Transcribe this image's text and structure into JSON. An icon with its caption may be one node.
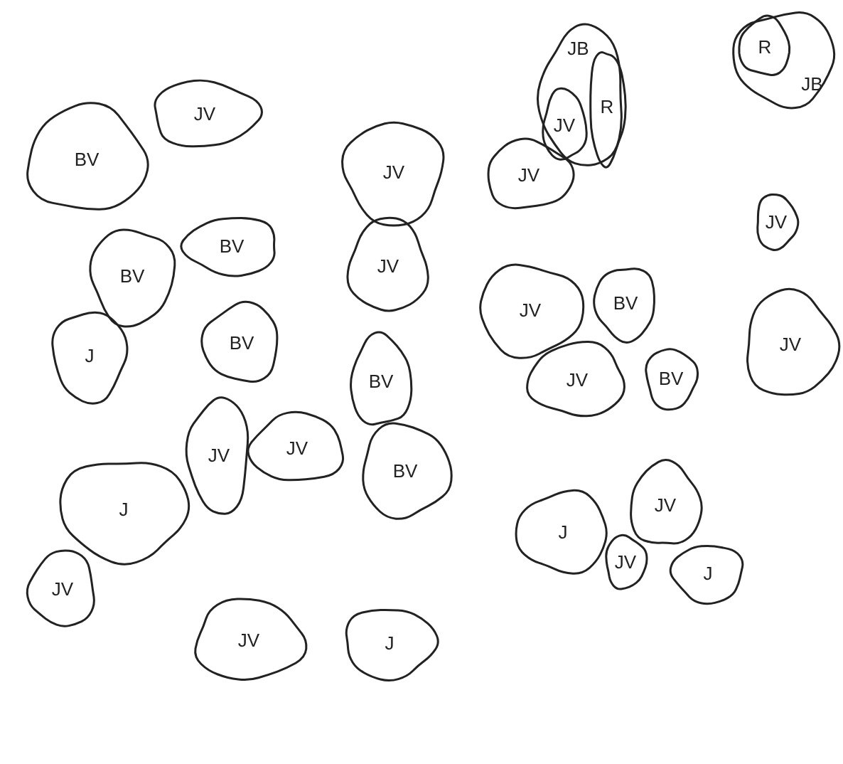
{
  "diagram": {
    "nodes": [
      {
        "text": [
          "BV"
        ]
      },
      {
        "text": [
          "JV"
        ]
      },
      {
        "text": [
          "JV"
        ]
      },
      {
        "text": [
          "JB"
        ]
      },
      {
        "text": [
          "JV"
        ],
        "in": 3
      },
      {
        "text": [
          "R"
        ],
        "in": 3
      },
      {
        "text": [
          "JB"
        ]
      },
      {
        "text": [
          "R"
        ],
        "in": 6
      },
      {
        "text": [
          "JV"
        ]
      },
      {
        "text": [
          "BV"
        ]
      },
      {
        "text": [
          "BV"
        ]
      },
      {
        "text": [
          "JV"
        ]
      },
      {
        "text": [
          "JV"
        ]
      },
      {
        "text": [
          "J"
        ]
      },
      {
        "text": [
          "BV"
        ]
      },
      {
        "text": [
          "BV"
        ]
      },
      {
        "text": [
          "JV"
        ]
      },
      {
        "text": [
          "BV"
        ]
      },
      {
        "text": [
          "JV"
        ]
      },
      {
        "text": [
          "JV"
        ]
      },
      {
        "text": [
          "BV"
        ]
      },
      {
        "text": [
          "JV"
        ]
      },
      {
        "text": [
          "JV"
        ]
      },
      {
        "text": [
          "BV"
        ]
      },
      {
        "text": [
          "J"
        ]
      },
      {
        "text": [
          "J"
        ]
      },
      {
        "text": [
          "JV"
        ]
      },
      {
        "text": [
          "JV"
        ]
      },
      {
        "text": [
          "J"
        ]
      },
      {
        "text": [
          "JV"
        ]
      },
      {
        "text": [
          "JV"
        ]
      },
      {
        "text": [
          "J"
        ]
      }
    ]
  }
}
